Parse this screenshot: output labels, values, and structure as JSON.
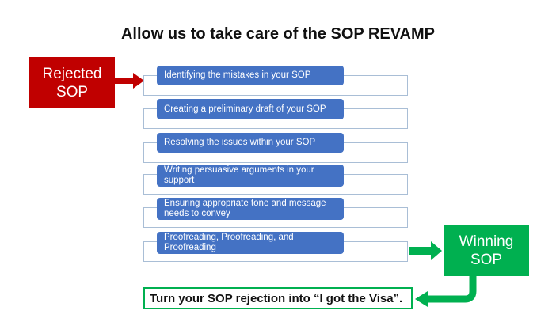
{
  "title": "Allow us to take care of the SOP REVAMP",
  "start": "Rejected SOP",
  "end": "Winning SOP",
  "steps": [
    "Identifying the mistakes in your SOP",
    "Creating a preliminary draft of your SOP",
    "Resolving the issues within your SOP",
    "Writing persuasive arguments in your support",
    "Ensuring appropriate tone and message needs to convey",
    "Proofreading, Proofreading, and Proofreading"
  ],
  "tagline": "Turn your SOP rejection into “I got the Visa”.",
  "colors": {
    "rejected": "#c00000",
    "winning": "#00b050",
    "step": "#4472c4"
  }
}
